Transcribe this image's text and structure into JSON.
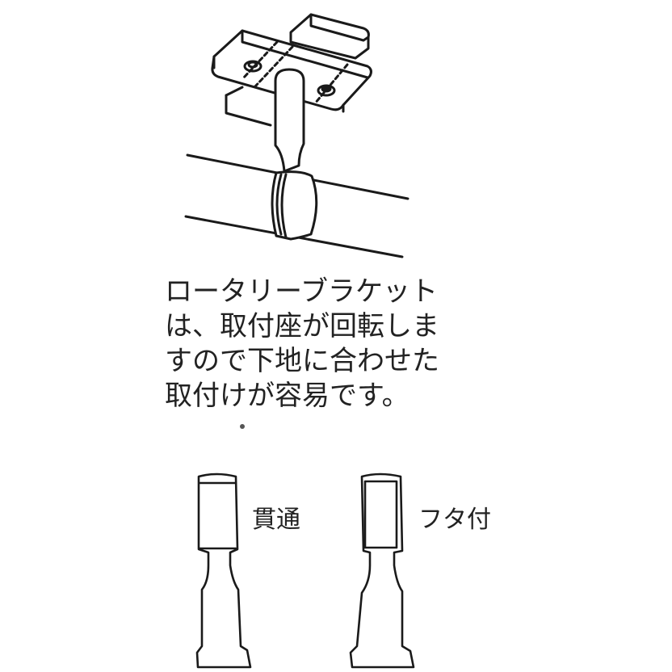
{
  "caption": {
    "lines": [
      "ロータリーブラケット",
      "は、取付座が回転しま",
      "すので下地に合わせた",
      "取付けが容易です。"
    ]
  },
  "variants": [
    {
      "label": "貫通"
    },
    {
      "label": "フタ付"
    }
  ],
  "colors": {
    "line": "#1a1a1a",
    "background": "#ffffff"
  }
}
